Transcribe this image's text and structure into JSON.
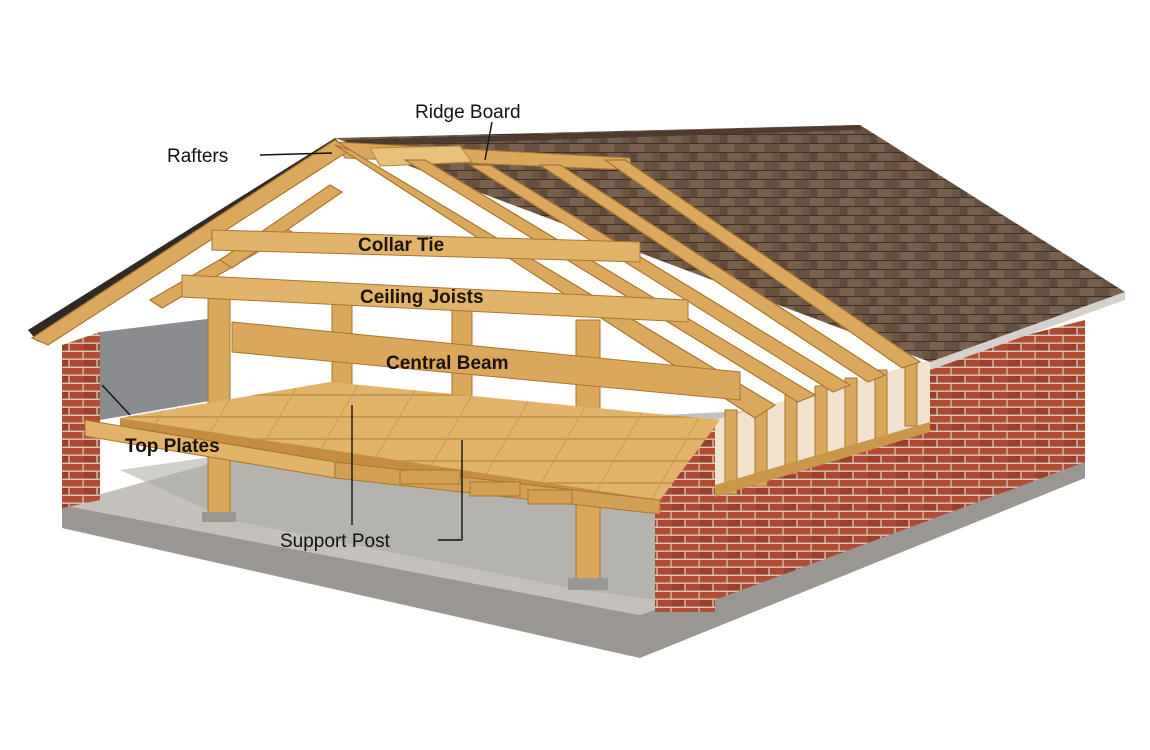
{
  "diagram": {
    "labels": {
      "ridge_board": "Ridge Board",
      "rafters": "Rafters",
      "collar_tie": "Collar Tie",
      "ceiling_joists": "Ceiling Joists",
      "central_beam": "Central Beam",
      "top_plates": "Top Plates",
      "support_post": "Support Post"
    },
    "colors": {
      "wood": "#d9a85a",
      "wood_dark": "#b98338",
      "wood_light": "#ecc47e",
      "brick": "#a8452f",
      "mortar": "#d8c9b8",
      "shingle": "#6e5746",
      "shingle_dark": "#4e3b2e",
      "concrete": "#bdbab5",
      "concrete_dark": "#9a9792",
      "insulation": "#8a8c90"
    }
  }
}
